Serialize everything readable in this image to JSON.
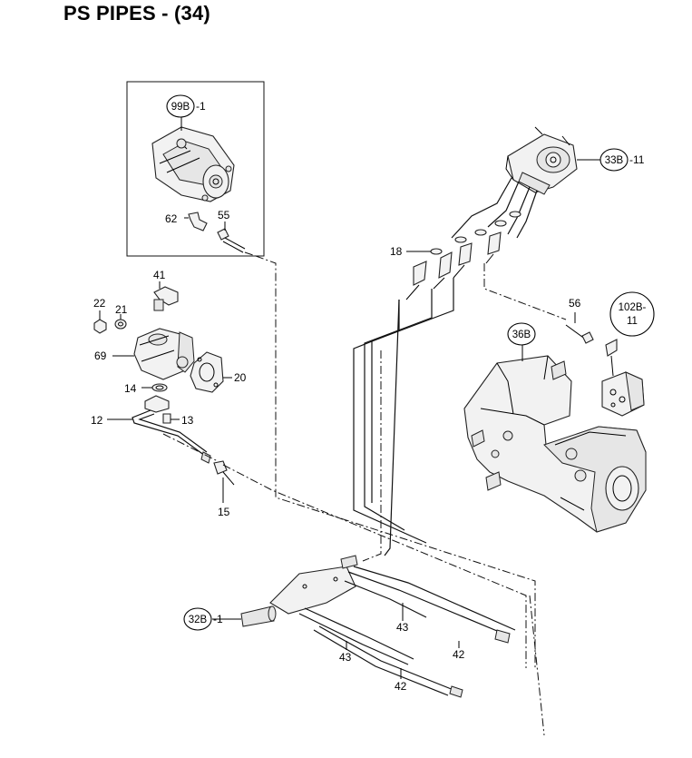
{
  "page": {
    "title": "PS PIPES - (34)"
  },
  "callouts": {
    "c99b": {
      "ref": "99B",
      "suffix": "-1"
    },
    "c33b": {
      "ref": "33B",
      "suffix": "-11"
    },
    "c36b": {
      "ref": "36B",
      "suffix": ""
    },
    "c32b": {
      "ref": "32B",
      "suffix": "-1"
    },
    "c102b": {
      "line1": "102B-",
      "line2": "11"
    }
  },
  "parts": {
    "p62": "62",
    "p55": "55",
    "p41": "41",
    "p22": "22",
    "p21": "21",
    "p69": "69",
    "p20": "20",
    "p14": "14",
    "p12": "12",
    "p13": "13",
    "p15": "15",
    "p18": "18",
    "p56": "56",
    "p43a": "43",
    "p43b": "43",
    "p42a": "42",
    "p42b": "42"
  }
}
